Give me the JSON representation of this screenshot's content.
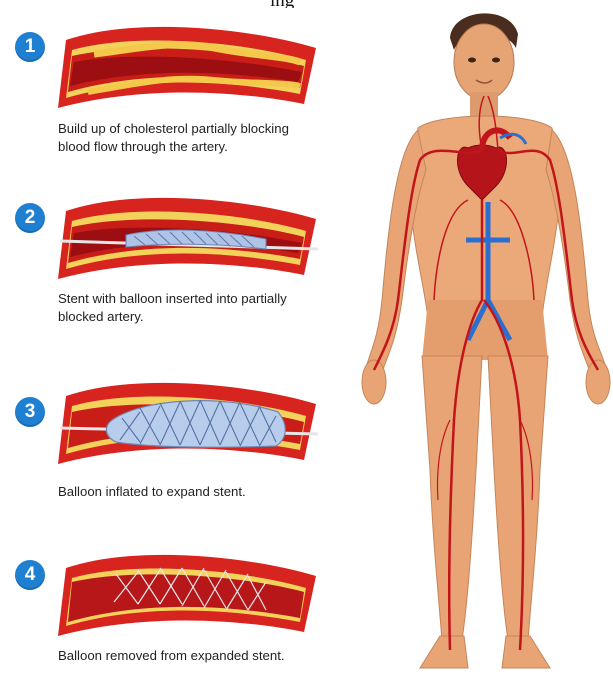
{
  "header": {
    "cut_caption": "ing"
  },
  "steps": [
    {
      "number": "1",
      "caption": "Build up of cholesterol partially blocking\nblood flow through the artery."
    },
    {
      "number": "2",
      "caption": "Stent with balloon inserted into partially\nblocked artery."
    },
    {
      "number": "3",
      "caption": "Balloon inflated to expand stent."
    },
    {
      "number": "4",
      "caption": "Balloon removed from expanded stent."
    }
  ],
  "colors": {
    "badge": "#1f7fd1",
    "artery_wall": "#e0332b",
    "artery_dark": "#a3121a",
    "plaque": "#f6c94a",
    "stent": "#9fb6d9",
    "vein": "#2a6fd0",
    "skin": "#e8a474"
  }
}
